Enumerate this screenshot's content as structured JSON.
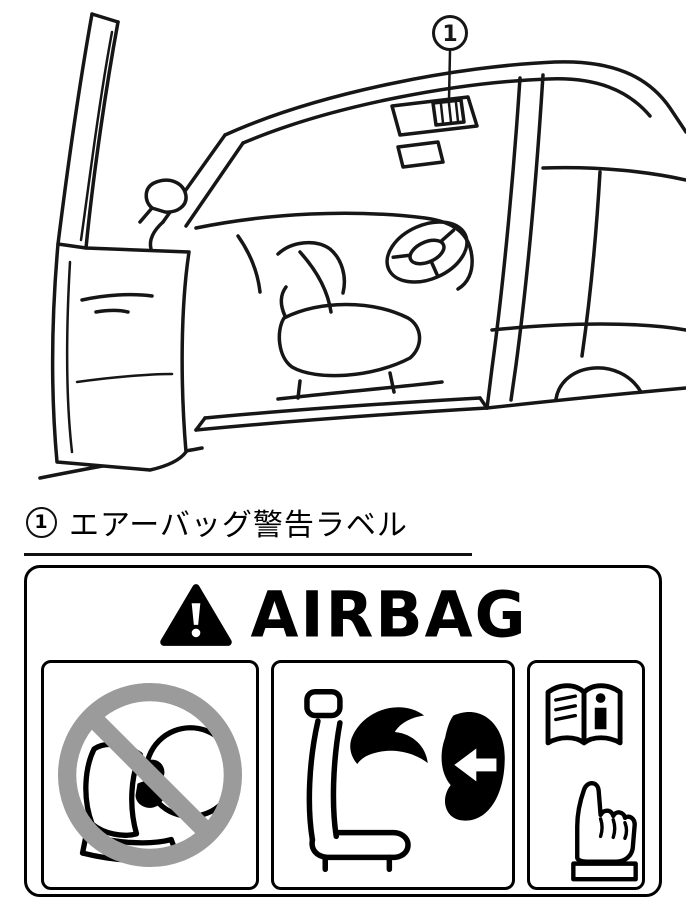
{
  "illustration": {
    "name": "car-interior-with-open-front-door",
    "callout_number": "1"
  },
  "caption": {
    "marker_number": "1",
    "text": "エアーバッグ警告ラベル"
  },
  "airbag_label": {
    "title": "AIRBAG",
    "header_icon": "warning-triangle-icon",
    "panels": [
      {
        "icon": "no-rear-facing-child-seat-icon"
      },
      {
        "icon": "airbag-deployment-toward-seat-icon"
      },
      {
        "icon": "owners-manual-and-pointing-hand-icon"
      }
    ],
    "colors": {
      "ink": "#000000",
      "prohibition_gray": "#9b9b9b"
    }
  }
}
